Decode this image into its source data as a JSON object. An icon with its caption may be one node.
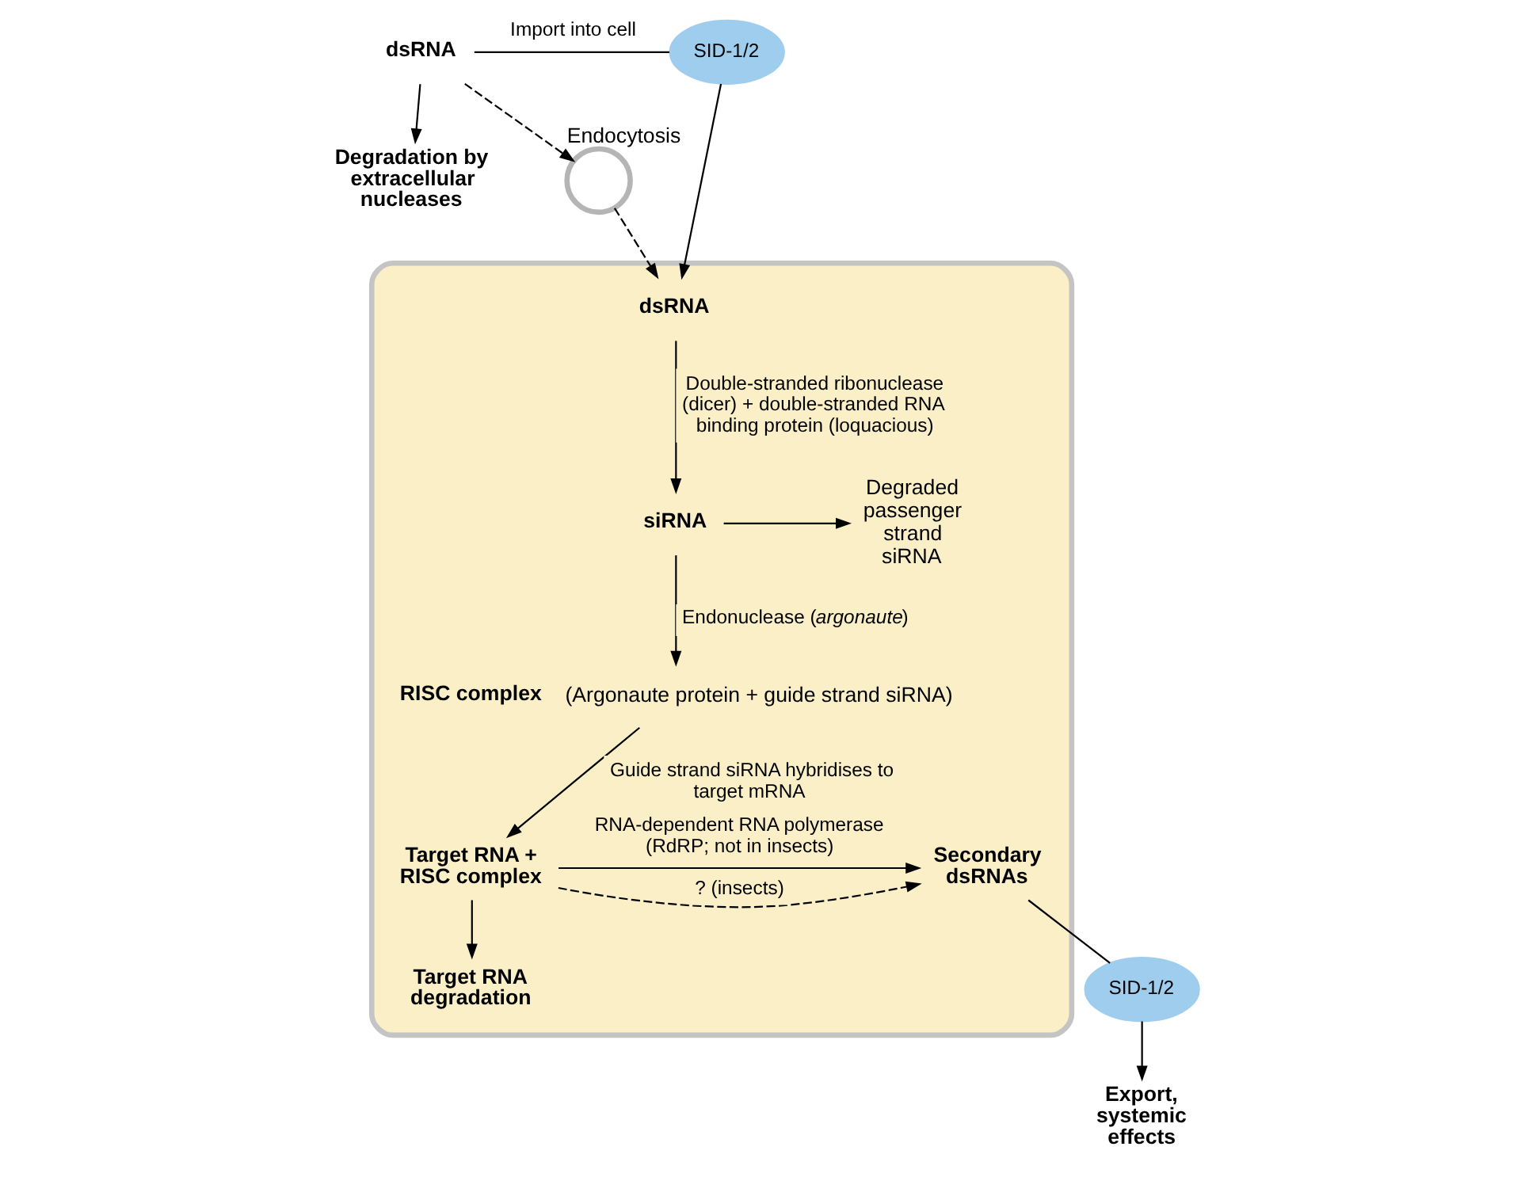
{
  "diagram": {
    "nodes": [
      {
        "text": [],
        "shape": "box"
      },
      {
        "text": [
          "dsRNA"
        ]
      },
      {
        "text": [
          "Degradation by extracellular nucleases"
        ]
      },
      {
        "text": [
          "Endocytosis"
        ]
      },
      {
        "text": [
          "SID-1/2"
        ]
      },
      {
        "text": [
          "dsRNA"
        ],
        "in": 0
      },
      {
        "text": [
          "siRNA"
        ],
        "in": 0
      },
      {
        "text": [
          "Degraded passenger strand siRNA"
        ],
        "in": 0
      },
      {
        "text": [
          "RISC complex"
        ],
        "in": 0,
        "beside": [
          "(Argonaute protein + guide strand siRNA)"
        ]
      },
      {
        "text": [
          "Target RNA + RISC complex"
        ],
        "in": 0
      },
      {
        "text": [
          "Secondary dsRNAs"
        ],
        "in": 0
      },
      {
        "text": [
          "Target RNA degradation"
        ],
        "in": 0
      },
      {
        "text": [
          "SID-1/2"
        ]
      },
      {
        "text": [
          "Export, systemic effects"
        ]
      }
    ],
    "edges": [
      {
        "from": 1,
        "to": 4,
        "arrow": "none",
        "label": "Import into cell"
      },
      {
        "from": 4,
        "to": 5,
        "arrow": "to"
      },
      {
        "from": 1,
        "to": 2,
        "arrow": "to"
      },
      {
        "from": 1,
        "to": 3,
        "arrow": "to",
        "style": "dashed"
      },
      {
        "from": 3,
        "to": 5,
        "arrow": "to",
        "style": "dashed"
      },
      {
        "from": 5,
        "to": 6,
        "arrow": "to",
        "label": "Double-stranded ribonuclease (dicer) + double-stranded RNA binding protein (loquacious)"
      },
      {
        "from": 6,
        "to": 8,
        "arrow": "to",
        "label": "Endonuclease (*argonaute*)"
      },
      {
        "from": 6,
        "to": 7,
        "arrow": "to"
      },
      {
        "from": 8,
        "to": 9,
        "arrow": "to",
        "label": "Guide strand siRNA hybridises to target mRNA"
      },
      {
        "from": 9,
        "to": 10,
        "arrow": "to",
        "style": "dashed",
        "label": "? (insects)"
      },
      {
        "from": 9,
        "to": 10,
        "arrow": "to",
        "label": "RNA-dependent RNA polymerase (RdRP; not in insects)"
      },
      {
        "from": 9,
        "to": 11,
        "arrow": "to"
      },
      {
        "from": 10,
        "to": 12,
        "arrow": "none"
      },
      {
        "from": 12,
        "to": 13,
        "arrow": "to"
      }
    ]
  }
}
